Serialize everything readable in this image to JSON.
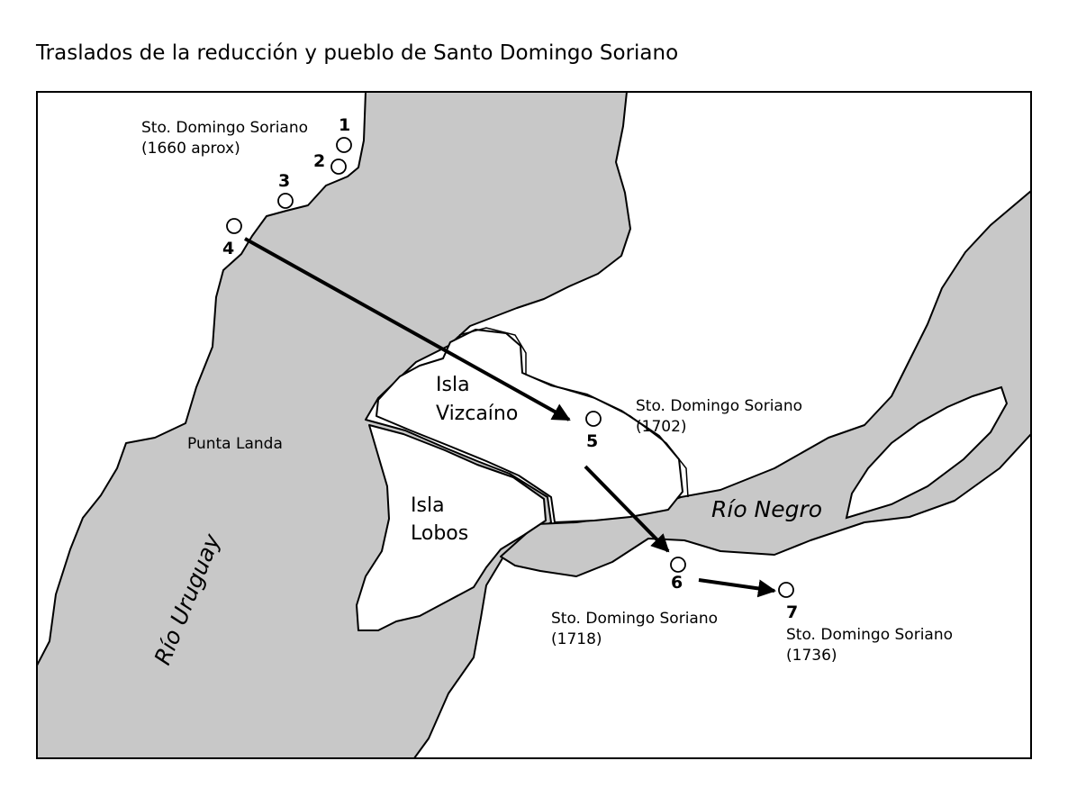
{
  "title": "Traslados de la reducción y pueblo de Santo Domingo Soriano",
  "colors": {
    "water": "#c8c8c8",
    "land": "#ffffff",
    "outline": "#000000"
  },
  "sites": [
    {
      "number": "1",
      "name": "Sto. Domingo Soriano",
      "note": "(1660 aprox)"
    },
    {
      "number": "2"
    },
    {
      "number": "3"
    },
    {
      "number": "4"
    },
    {
      "number": "5",
      "name": "Sto. Domingo Soriano",
      "note": "(1702)"
    },
    {
      "number": "6",
      "name": "Sto. Domingo Soriano",
      "note": "(1718)"
    },
    {
      "number": "7",
      "name": "Sto. Domingo Soriano",
      "note": "(1736)"
    }
  ],
  "places": {
    "punta": "Punta Landa",
    "isla_vizcaino_1": "Isla",
    "isla_vizcaino_2": "Vizcaíno",
    "isla_lobos_1": "Isla",
    "isla_lobos_2": "Lobos"
  },
  "rivers": {
    "uruguay": "Río Uruguay",
    "negro": "Río Negro"
  }
}
